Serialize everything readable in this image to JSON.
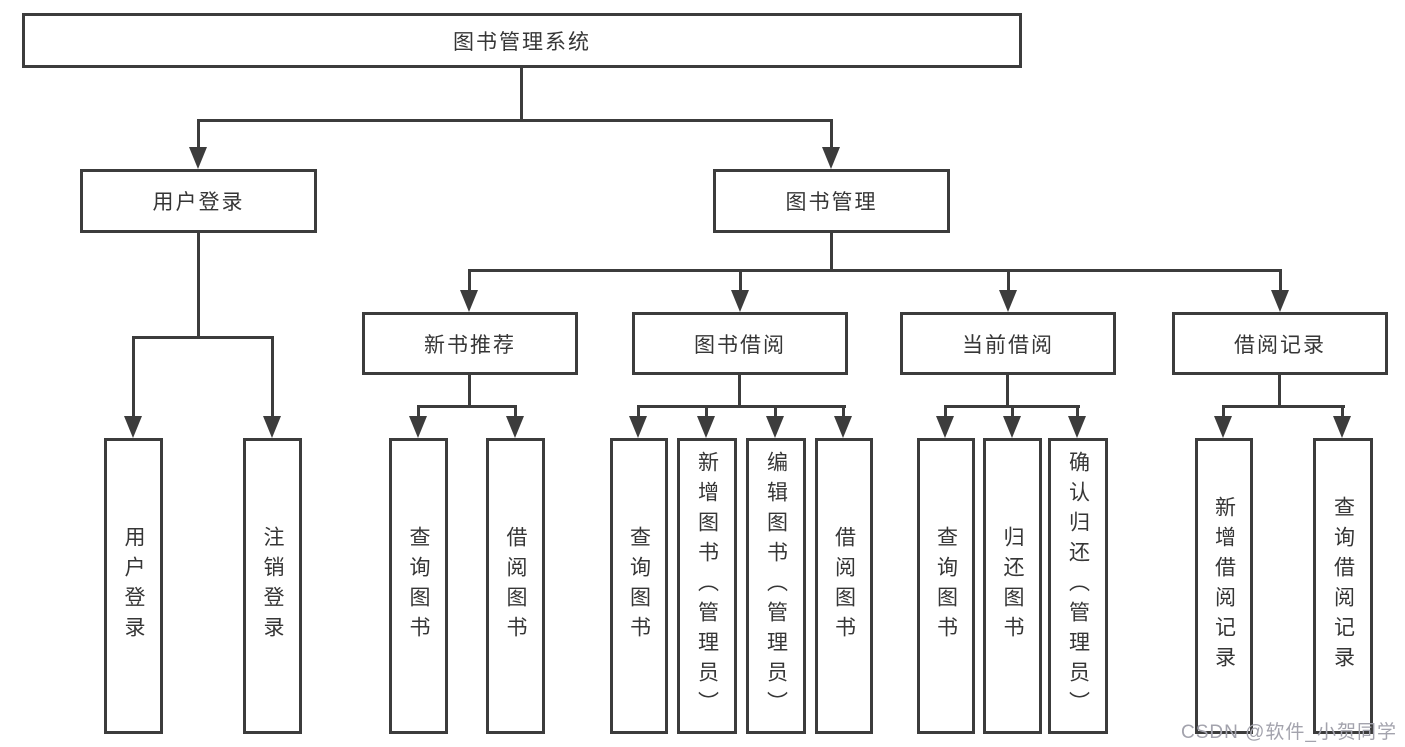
{
  "tree": {
    "label": "图书管理系统",
    "children": [
      {
        "label": "用户登录",
        "children": [
          {
            "label": "用户登录"
          },
          {
            "label": "注销登录"
          }
        ]
      },
      {
        "label": "图书管理",
        "children": [
          {
            "label": "新书推荐",
            "children": [
              {
                "label": "查询图书"
              },
              {
                "label": "借阅图书"
              }
            ]
          },
          {
            "label": "图书借阅",
            "children": [
              {
                "label": "查询图书"
              },
              {
                "label": "新增图书（管理员）"
              },
              {
                "label": "编辑图书（管理员）"
              },
              {
                "label": "借阅图书"
              }
            ]
          },
          {
            "label": "当前借阅",
            "children": [
              {
                "label": "查询图书"
              },
              {
                "label": "归还图书"
              },
              {
                "label": "确认归还（管理员）"
              }
            ]
          },
          {
            "label": "借阅记录",
            "children": [
              {
                "label": "新增借阅记录"
              },
              {
                "label": "查询借阅记录"
              }
            ]
          }
        ]
      }
    ]
  },
  "watermark": {
    "text": "CSDN @软件_小贺同学"
  },
  "colors": {
    "line": "#3C3C3C",
    "box_border": "#3C3C3C",
    "box_background": "#FFFFFF",
    "text": "#363636",
    "watermark": "#A3A3AD"
  }
}
